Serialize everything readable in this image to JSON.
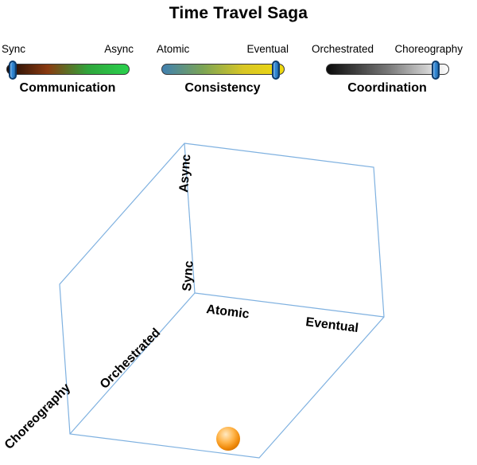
{
  "title": "Time Travel Saga",
  "sliders": [
    {
      "name": "Communication",
      "left_label": "Sync",
      "right_label": "Async",
      "handle_position": 0.02,
      "gradient": [
        "#1c0b05",
        "#8a3a10",
        "#2fa53c",
        "#2ad14d"
      ]
    },
    {
      "name": "Consistency",
      "left_label": "Atomic",
      "right_label": "Eventual",
      "handle_position": 0.97,
      "gradient": [
        "#4080b0",
        "#7ba455",
        "#d8c625",
        "#efd90e"
      ]
    },
    {
      "name": "Coordination",
      "left_label": "Orchestrated",
      "right_label": "Choreography",
      "handle_position": 0.93,
      "gradient": [
        "#0a0a0a",
        "#777777",
        "#ffffff"
      ]
    }
  ],
  "slider_handle_color": "#2f86d4",
  "cube": {
    "edge_color": "#7fb1e0",
    "axis_labels": {
      "async": "Async",
      "sync": "Sync",
      "atomic": "Atomic",
      "eventual": "Eventual",
      "orchestrated": "Orchestrated",
      "choreography": "Choreography"
    }
  },
  "marker": {
    "color": "#f68b1f",
    "gradient": [
      "#ffe9c2",
      "#ffb347",
      "#ef8909",
      "#c96a00"
    ]
  }
}
